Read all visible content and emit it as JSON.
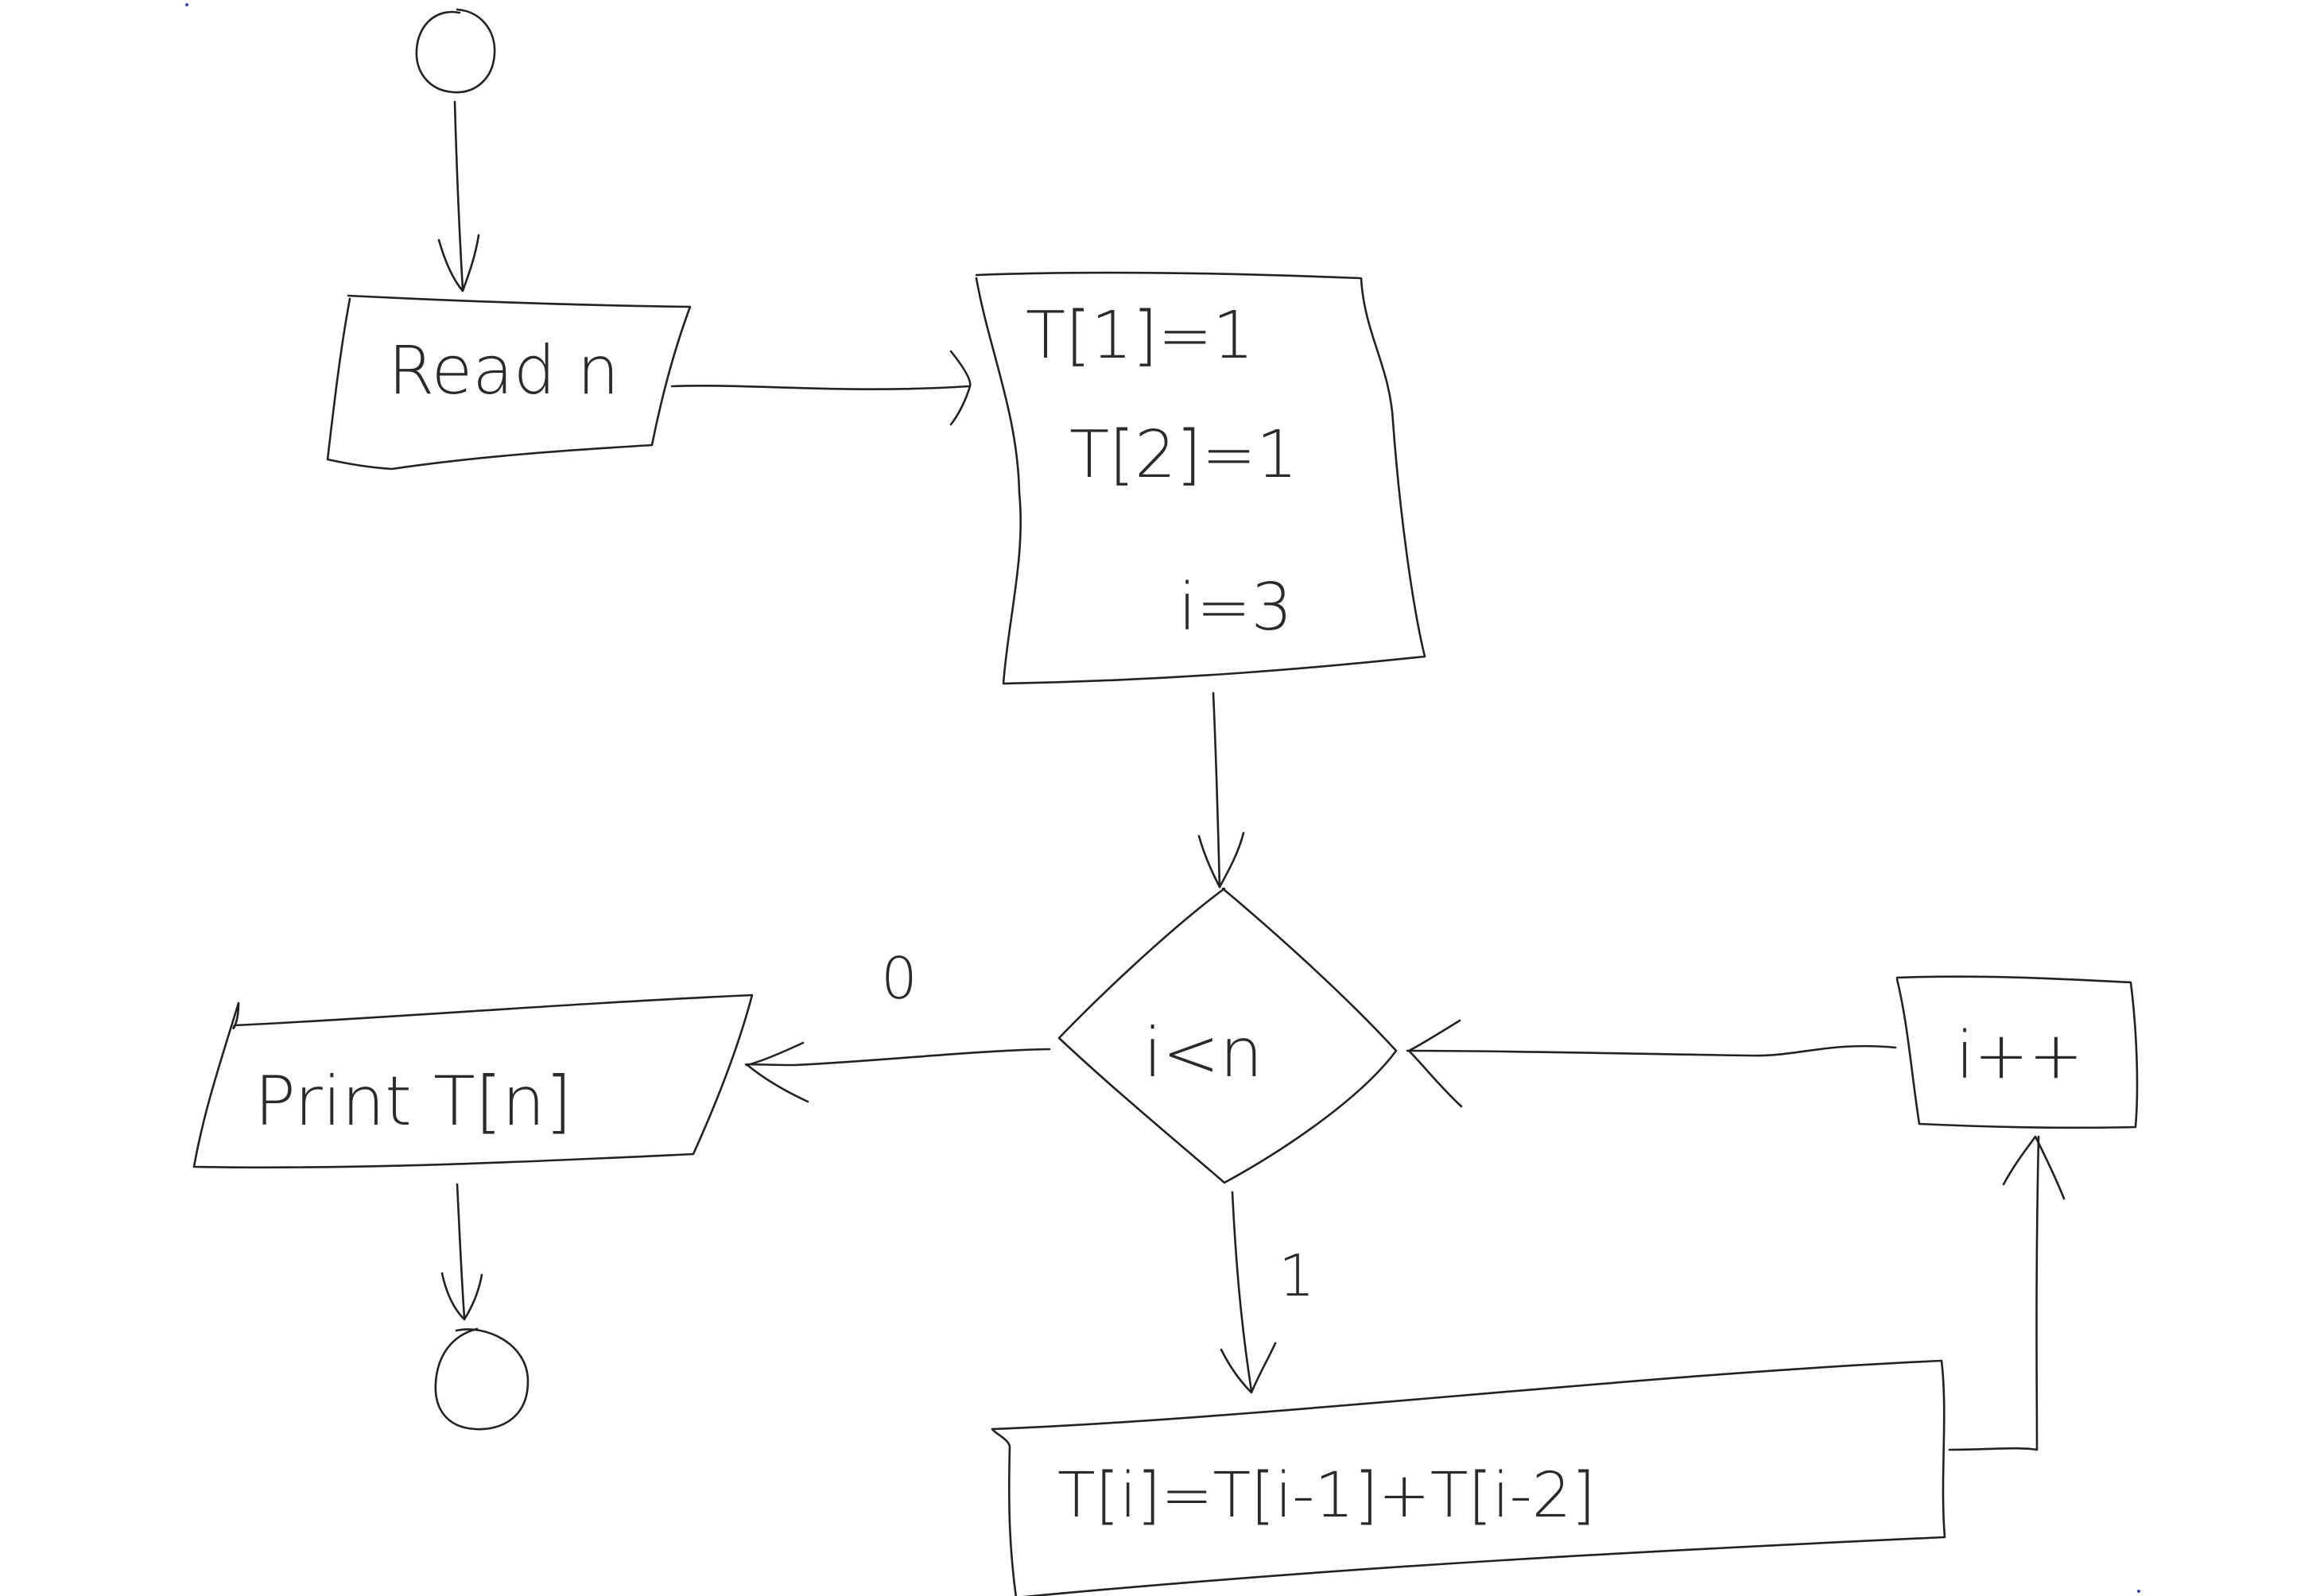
{
  "nodes": {
    "read": {
      "label": "Read n"
    },
    "init": {
      "lines": [
        "T[1]=1",
        "T[2]=1",
        "i=3"
      ]
    },
    "cond": {
      "label": "i<n"
    },
    "incr": {
      "label": "i++"
    },
    "compute": {
      "label": "T[i]=T[i-1]+T[i-2]"
    },
    "print": {
      "label": "Print T[n]"
    }
  },
  "edges": {
    "false_label": "0",
    "true_label": "1"
  },
  "colors": {
    "ink": "#222222",
    "paper": "#ffffff"
  }
}
